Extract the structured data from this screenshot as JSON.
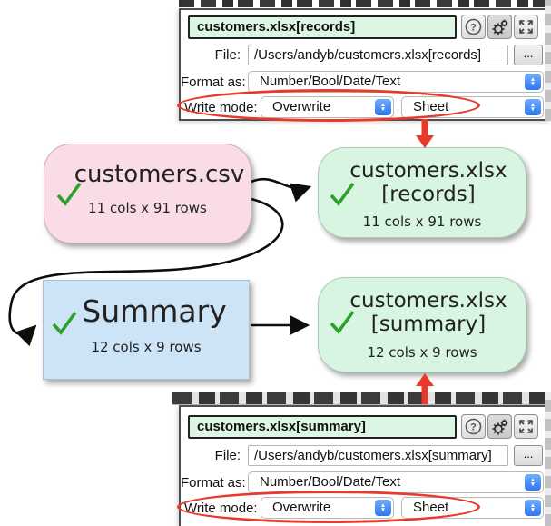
{
  "panels": {
    "records": {
      "title": "customers.xlsx[records]",
      "file_label": "File:",
      "file_value": "/Users/andyb/customers.xlsx[records]",
      "browse_label": "...",
      "format_label": "Format as:",
      "format_value": "Number/Bool/Date/Text",
      "write_mode_label": "Write mode:",
      "write_mode_value": "Overwrite",
      "sheet_mode_value": "Sheet",
      "help_label": "?"
    },
    "summary": {
      "title": "customers.xlsx[summary]",
      "file_label": "File:",
      "file_value": "/Users/andyb/customers.xlsx[summary]",
      "browse_label": "...",
      "format_label": "Format as:",
      "format_value": "Number/Bool/Date/Text",
      "write_mode_label": "Write mode:",
      "write_mode_value": "Overwrite",
      "sheet_mode_value": "Sheet",
      "help_label": "?"
    }
  },
  "nodes": {
    "csv": {
      "title": "customers.csv",
      "stats": "11 cols x 91 rows"
    },
    "records": {
      "title_line1": "customers.xlsx",
      "title_line2": "[records]",
      "stats": "11 cols x 91 rows"
    },
    "summary_transform": {
      "title": "Summary",
      "stats": "12 cols x 9 rows"
    },
    "summary_output": {
      "title_line1": "customers.xlsx",
      "title_line2": "[summary]",
      "stats": "12 cols x 9 rows"
    }
  },
  "colors": {
    "annotation_red": "#e8392b",
    "check_green": "#2ba12b",
    "node_pink": "#f9dce6",
    "node_green": "#d8f5e2",
    "node_blue": "#cde3f6",
    "title_field_mint": "#dcf6e3",
    "stepper_blue": "#3f86f5"
  }
}
